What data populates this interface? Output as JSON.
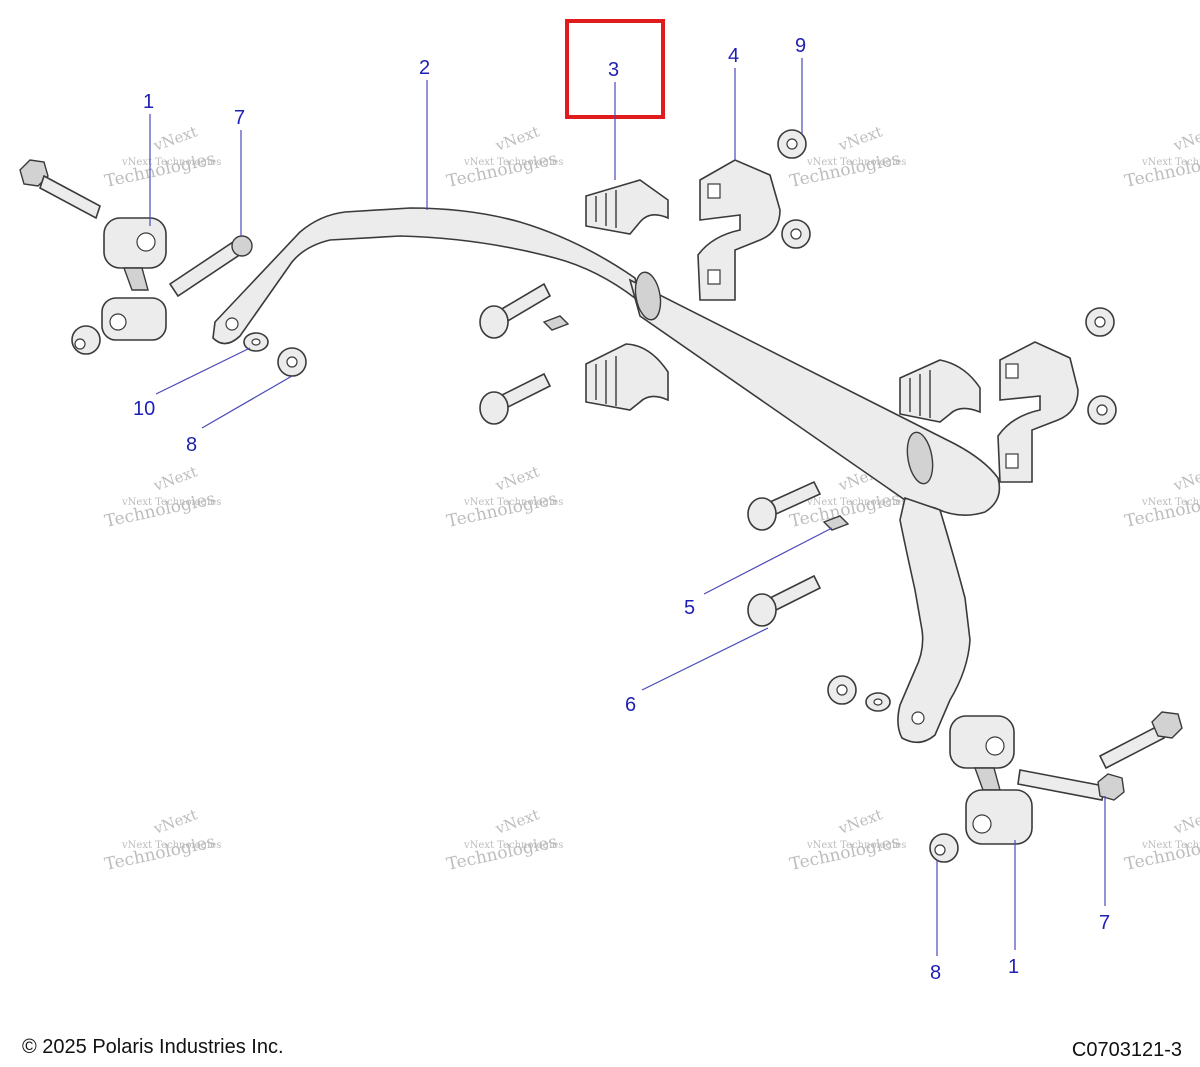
{
  "diagram": {
    "callouts": [
      "1",
      "2",
      "3",
      "4",
      "5",
      "6",
      "7",
      "8",
      "9",
      "10"
    ],
    "highlight_color": "#e01b1b",
    "callout_color": "#1f1fb4",
    "watermark": {
      "line1": "vNext",
      "line2": "vNext Technologies",
      "line3": "Technologies"
    }
  },
  "footer": {
    "copyright": "© 2025 Polaris Industries Inc.",
    "drawing_number": "C0703121-3"
  }
}
